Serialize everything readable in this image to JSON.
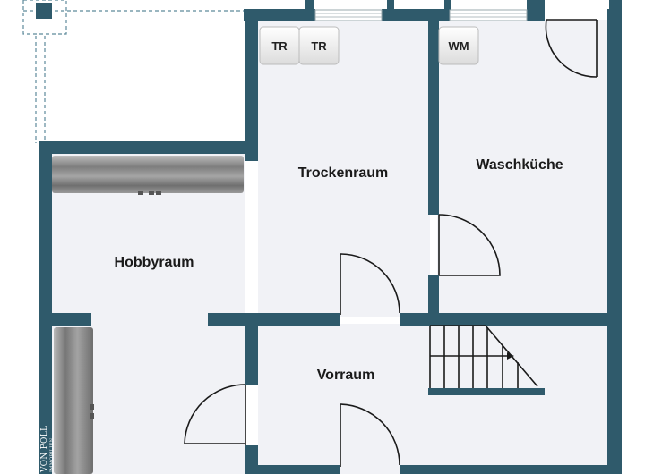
{
  "rooms": {
    "trockenraum": "Trockenraum",
    "waschkueche": "Waschküche",
    "hobbyraum": "Hobbyraum",
    "vorraum": "Vorraum"
  },
  "appliances": {
    "tr1": "TR",
    "tr2": "TR",
    "wm": "WM"
  },
  "watermark": {
    "brand": "VON POLL",
    "sub": "IMMOBILIEN"
  },
  "colors": {
    "wall": "#2f5a6b",
    "floor": "#f1f2f6",
    "wood": "#8d8d8d"
  }
}
